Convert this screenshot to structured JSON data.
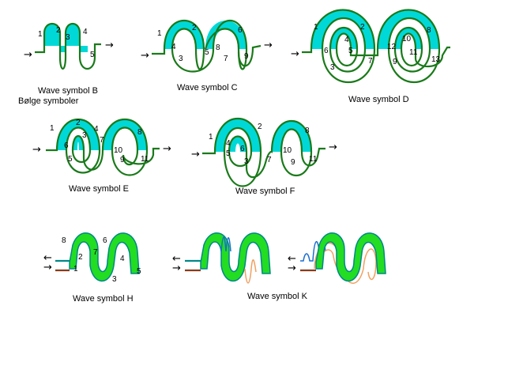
{
  "heading": "Bølge symboler",
  "arrow_glyph": "→",
  "arrow_back_glyph": "←",
  "colors": {
    "cyan": "#00d8d8",
    "green_wire": "#1a7a1a",
    "bright_green": "#22dd22",
    "teal": "#008888",
    "blue_wave": "#1a6fd1",
    "brown_wire": "#8b3a1a",
    "orange_wave": "#f0a060"
  },
  "symbols": [
    {
      "id": "B",
      "label": "Wave symbol B",
      "numbers": [
        "1",
        "2",
        "3",
        "4",
        "5"
      ]
    },
    {
      "id": "C",
      "label": "Wave symbol C",
      "numbers": [
        "1",
        "2",
        "3",
        "4",
        "5",
        "6",
        "7",
        "8",
        "9"
      ]
    },
    {
      "id": "D",
      "label": "Wave symbol D",
      "numbers": [
        "1",
        "2",
        "3",
        "4",
        "5",
        "6",
        "7",
        "8",
        "9",
        "10",
        "11",
        "12",
        "13"
      ]
    },
    {
      "id": "E",
      "label": "Wave symbol E",
      "numbers": [
        "1",
        "2",
        "3",
        "4",
        "5",
        "6",
        "7",
        "8",
        "9",
        "10",
        "11"
      ]
    },
    {
      "id": "F",
      "label": "Wave symbol  F",
      "numbers": [
        "1",
        "2",
        "3",
        "4",
        "5",
        "6",
        "7",
        "8",
        "9",
        "10",
        "11"
      ]
    },
    {
      "id": "H",
      "label": "Wave symbol H",
      "numbers": [
        "1",
        "2",
        "3",
        "4",
        "5",
        "6",
        "7",
        "8"
      ]
    },
    {
      "id": "K",
      "label": "Wave symbol K",
      "numbers": []
    }
  ]
}
